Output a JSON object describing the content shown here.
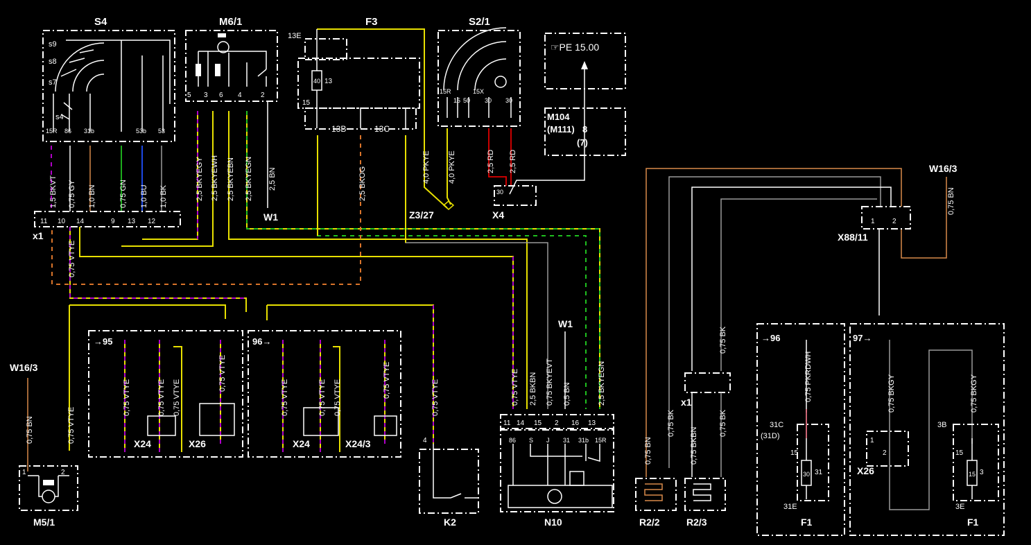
{
  "components": {
    "s4": "S4",
    "m61": "M6/1",
    "f3": "F3",
    "s21": "S2/1",
    "pe_ref": "☞PE 15.00",
    "m104": "M104",
    "m111": "(M111)",
    "m_pin": "8",
    "m_pin2": "(7)",
    "w163_right": "W16/3",
    "x8811": "X88/11",
    "x4": "X4",
    "z327": "Z3/27",
    "x1_left": "x1",
    "w1_a": "W1",
    "w1_b": "W1",
    "w163_left": "W16/3",
    "m51": "M5/1",
    "k2": "K2",
    "n10": "N10",
    "r22": "R2/2",
    "r23": "R2/3",
    "f1_a": "F1",
    "f1_b": "F1",
    "x24_a": "X24",
    "x26_a": "X26",
    "x24_b": "X24",
    "x243": "X24/3",
    "x26_b": "X26",
    "x1_mid": "x1"
  },
  "refs": {
    "p95": "→95",
    "p96a": "96→",
    "p96b": "→96",
    "p97": "97→"
  },
  "s4_labels": [
    "s9",
    "s8",
    "s7",
    "s4"
  ],
  "s4_pins": [
    "15R",
    "86",
    "31b",
    "53b",
    "53"
  ],
  "m61_pins": [
    "5",
    "3",
    "6",
    "4",
    "2"
  ],
  "f3_labels": [
    "13E",
    "13",
    "15",
    "13B",
    "13C",
    "40"
  ],
  "s21_pins": [
    "15R",
    "15",
    "50",
    "15X",
    "30",
    "30"
  ],
  "x1_pins": [
    "11",
    "10",
    "14",
    "9",
    "13",
    "12"
  ],
  "x8811_pins": [
    "1",
    "2"
  ],
  "x4_pin": "30",
  "m51_pins": [
    "1",
    "2"
  ],
  "n10_pins": [
    "11",
    "14",
    "15",
    "2",
    "16",
    "13"
  ],
  "n10_inner": [
    "86",
    "S",
    "J",
    "31",
    "31b",
    "15R"
  ],
  "k2_pin": "4",
  "f1a_labels": [
    "31C",
    "(31D)",
    "15",
    "30",
    "31",
    "31E"
  ],
  "f1b_labels": [
    "3B",
    "15",
    "15",
    "3",
    "3E"
  ],
  "x26b_pins": [
    "1",
    "2"
  ],
  "wires": {
    "s4_1": "1,5 BKVT",
    "s4_2": "0,75 GY",
    "s4_3": "1,0 BN",
    "s4_4": "0,75 GN",
    "s4_5": "1,0 BU",
    "s4_6": "1,0 BK",
    "m61_1": "2,5 BKYEGY",
    "m61_2": "2,5 BKYEWH",
    "m61_3": "2,5 BKYEBN",
    "m61_4": "2,5 BKYEGN",
    "m61_5": "2,5 BN",
    "f3_og": "2,5 BKOG",
    "f3_pk": "4,0 PKYE",
    "s21_pk": "4,0 PKYE",
    "s21_rd1": "2,5 RD",
    "s21_rd2": "2,5 RD",
    "x1_vtye": "0,75 VTYE",
    "w163r_bn": "0,75 BN",
    "w163l_bn": "0,75 BN",
    "m51_vtye": "0,75 VTYE",
    "g95_1": "0,75 VTYE",
    "g95_2": "0,75 VTYE",
    "g95_3": "0,75 VTYE",
    "g95_4": "0,75 VTYE",
    "g96_1": "0,75 VTYE",
    "g96_2": "0,75 VTYE",
    "g96_3": "0,75 VTYE",
    "g96_4": "0,75 VTYE",
    "k2_vtye": "0,75 VTYE",
    "n10_1": "0,75 VTYE",
    "n10_2": "2,5 BKBN",
    "n10_3": "0,75 BKYEVT",
    "n10_4": "0,5 BN",
    "n10_5": "2,5 BKYEGN",
    "r22_1": "0,75 BN",
    "r22_2": "0,75 BK",
    "r23_1": "0,75 BKBN",
    "r23_2": "0,75 BK",
    "x1_bk": "0,75 BK",
    "f1a_w": "0,75 PKRDWH",
    "f1b_w1": "0,75 BKGY",
    "f1b_w2": "0,75 BKGY"
  },
  "colors": {
    "background": "#000000",
    "line": "#ffffff",
    "yellow": "#e8e000",
    "violet": "#b000c8",
    "green": "#1fbf1f",
    "red": "#e00000",
    "brown": "#d98a4a",
    "blue": "#2050ff",
    "grey": "#9a9a9a"
  }
}
